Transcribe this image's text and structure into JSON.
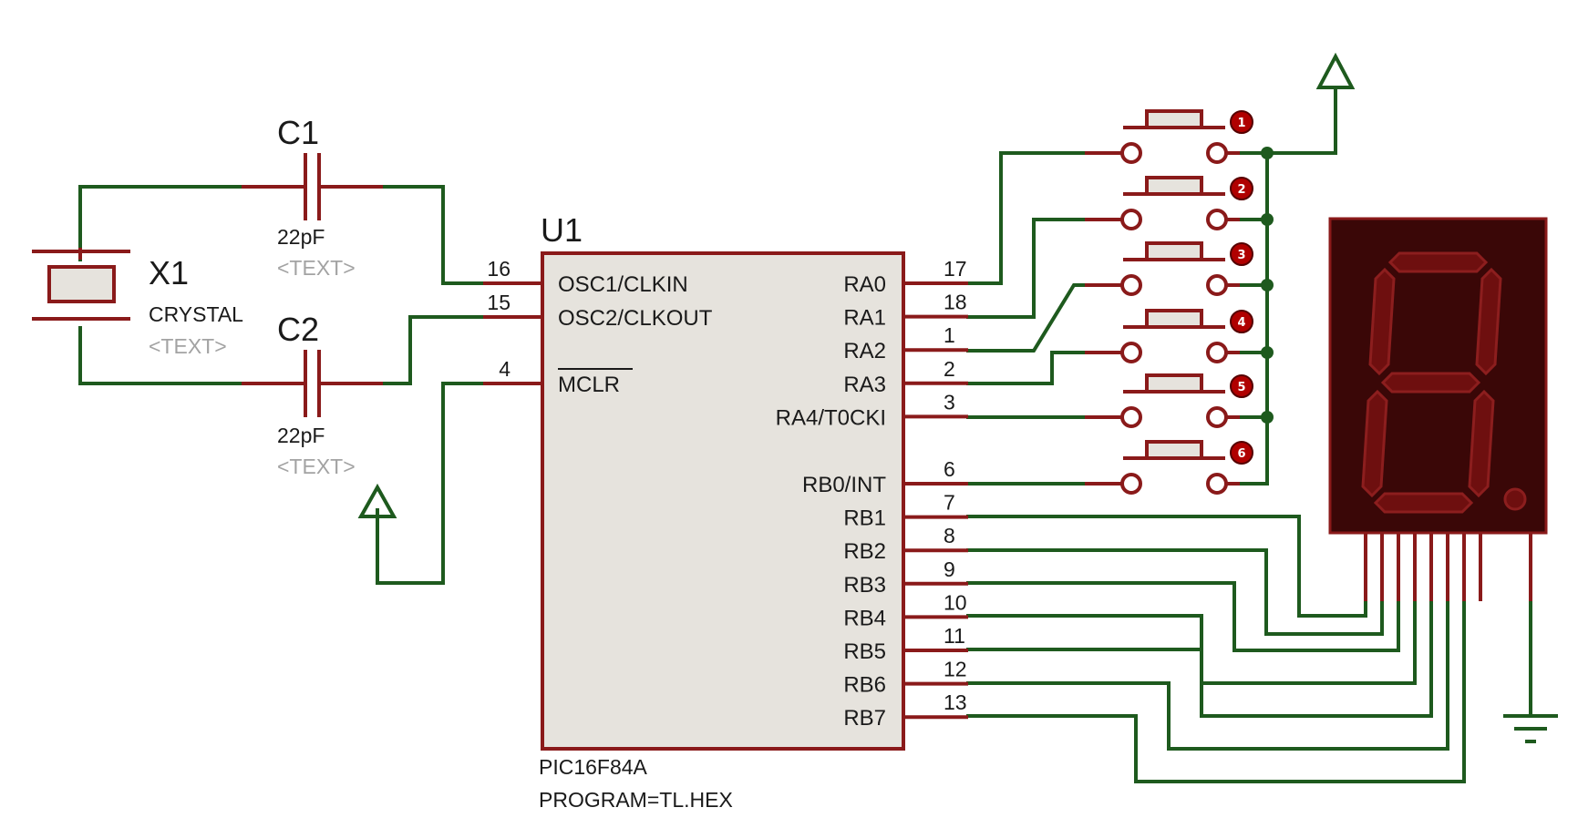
{
  "x1": {
    "ref": "X1",
    "value": "CRYSTAL",
    "text": "<TEXT>"
  },
  "c1": {
    "ref": "C1",
    "value": "22pF",
    "text": "<TEXT>"
  },
  "c2": {
    "ref": "C2",
    "value": "22pF",
    "text": "<TEXT>"
  },
  "u1": {
    "ref": "U1",
    "part": "PIC16F84A",
    "program": "PROGRAM=TL.HEX",
    "left_pins": [
      {
        "num": "16",
        "name": "OSC1/CLKIN"
      },
      {
        "num": "15",
        "name": "OSC2/CLKOUT"
      },
      {
        "num": "4",
        "name": "MCLR"
      }
    ],
    "right_pins": [
      {
        "num": "17",
        "name": "RA0"
      },
      {
        "num": "18",
        "name": "RA1"
      },
      {
        "num": "1",
        "name": "RA2"
      },
      {
        "num": "2",
        "name": "RA3"
      },
      {
        "num": "3",
        "name": "RA4/T0CKI"
      },
      {
        "num": "6",
        "name": "RB0/INT"
      },
      {
        "num": "7",
        "name": "RB1"
      },
      {
        "num": "8",
        "name": "RB2"
      },
      {
        "num": "9",
        "name": "RB3"
      },
      {
        "num": "10",
        "name": "RB4"
      },
      {
        "num": "11",
        "name": "RB5"
      },
      {
        "num": "12",
        "name": "RB6"
      },
      {
        "num": "13",
        "name": "RB7"
      }
    ]
  },
  "buttons": [
    {
      "label": "1"
    },
    {
      "label": "2"
    },
    {
      "label": "3"
    },
    {
      "label": "4"
    },
    {
      "label": "5"
    },
    {
      "label": "6"
    }
  ],
  "colors": {
    "wire": "#1e5a1e",
    "component": "#8a1a1a",
    "chip_fill": "#e6e3dd",
    "display_body": "#3a0707",
    "display_segment_off": "#6e0f0f",
    "badge": "#b00000"
  }
}
